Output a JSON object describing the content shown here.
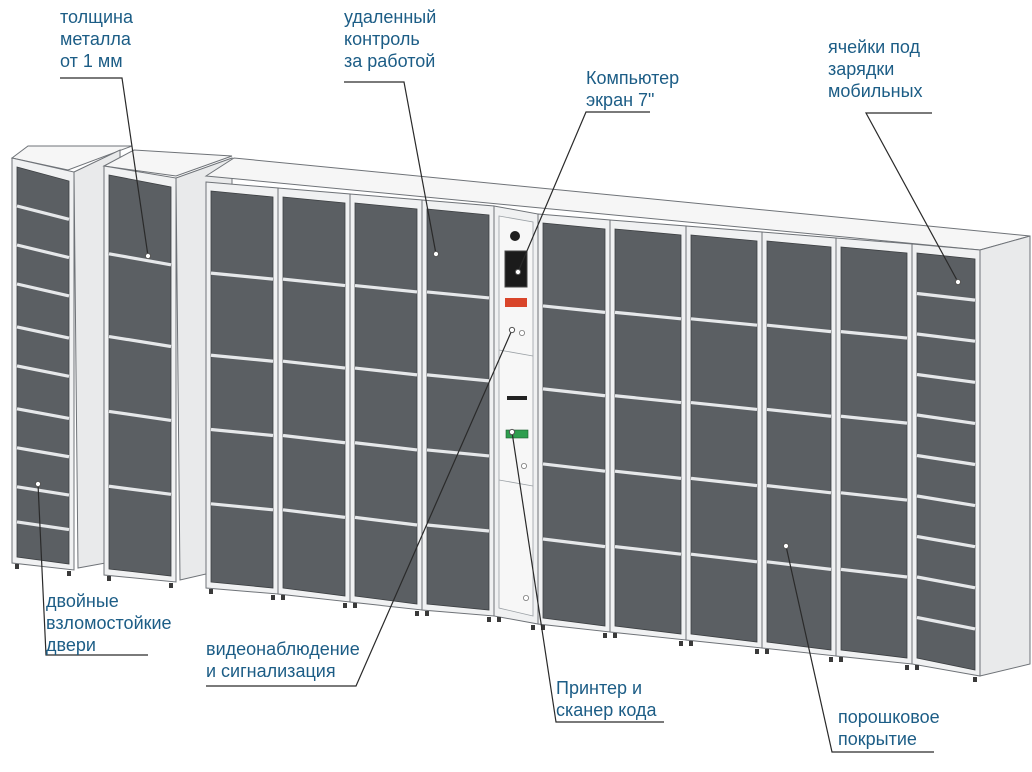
{
  "colors": {
    "label_text": "#1c5d86",
    "leader_line": "#2a2a2a",
    "frame": "#f0f1f2",
    "frame_edge": "#6f7378",
    "door_panel": "#5b5f63",
    "door_divider": "#e6e8ea",
    "side_panel": "#e9eaeb",
    "top_panel": "#f6f6f6",
    "feet": "#3a3a3a",
    "printer_slot": "#d9452a",
    "scanner": "#2e9e4e"
  },
  "labels": {
    "metal_thickness": [
      "толщина",
      "металла",
      "от 1 мм"
    ],
    "remote_control": [
      "удаленный",
      "контроль",
      "за работой"
    ],
    "computer_screen": [
      "Компьютер",
      "экран 7\""
    ],
    "phone_charging_cells": [
      "ячейки под",
      "зарядки",
      "мобильных"
    ],
    "double_doors": [
      "двойные",
      "взломостойкие",
      "двери"
    ],
    "video_alarm": [
      "видеонаблюдение",
      "и сигнализация"
    ],
    "printer_scanner": [
      "Принтер и",
      "сканер кода"
    ],
    "powder_coating": [
      "порошковое",
      "покрытие"
    ]
  },
  "icons": {
    "camera": "camera-icon",
    "screen": "touch-screen-icon",
    "printer": "receipt-printer-icon",
    "scanner": "barcode-scanner-icon"
  }
}
